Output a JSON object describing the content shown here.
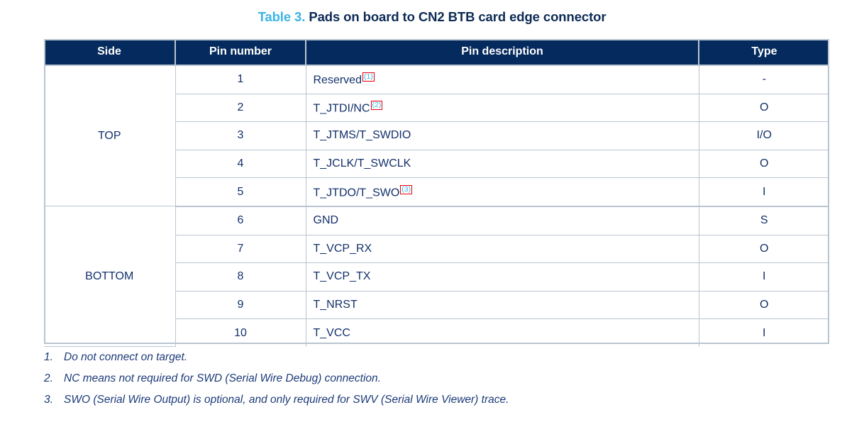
{
  "title": {
    "caption_label": "Table 3.",
    "caption_text": "Pads on board to CN2 BTB card edge connector"
  },
  "colors": {
    "header_navy": "#042a5e",
    "caption_blue": "#3cb4e5",
    "body_navy": "#12306b",
    "grid_line": "#b9c5d1",
    "ref_box_red": "#e8000d"
  },
  "table": {
    "columns": [
      "Side",
      "Pin number",
      "Pin description",
      "Type"
    ],
    "groups": [
      {
        "side": "TOP",
        "rows": [
          {
            "pin": "1",
            "desc": "Reserved",
            "ref": "(1)",
            "type": "-"
          },
          {
            "pin": "2",
            "desc": "T_JTDI/NC",
            "ref": "(2)",
            "type": "O"
          },
          {
            "pin": "3",
            "desc": "T_JTMS/T_SWDIO",
            "ref": "",
            "type": "I/O"
          },
          {
            "pin": "4",
            "desc": "T_JCLK/T_SWCLK",
            "ref": "",
            "type": "O"
          },
          {
            "pin": "5",
            "desc": "T_JTDO/T_SWO",
            "ref": "(3)",
            "type": "I"
          }
        ]
      },
      {
        "side": "BOTTOM",
        "rows": [
          {
            "pin": "6",
            "desc": "GND",
            "ref": "",
            "type": "S"
          },
          {
            "pin": "7",
            "desc": "T_VCP_RX",
            "ref": "",
            "type": "O"
          },
          {
            "pin": "8",
            "desc": "T_VCP_TX",
            "ref": "",
            "type": "I"
          },
          {
            "pin": "9",
            "desc": "T_NRST",
            "ref": "",
            "type": "O"
          },
          {
            "pin": "10",
            "desc": "T_VCC",
            "ref": "",
            "type": "I"
          }
        ]
      }
    ]
  },
  "footnotes": [
    {
      "num": "1.",
      "text": "Do not connect on target."
    },
    {
      "num": "2.",
      "text": "NC means not required for SWD (Serial Wire Debug) connection."
    },
    {
      "num": "3.",
      "text": "SWO (Serial Wire Output) is optional, and only required for SWV (Serial Wire Viewer) trace."
    }
  ]
}
